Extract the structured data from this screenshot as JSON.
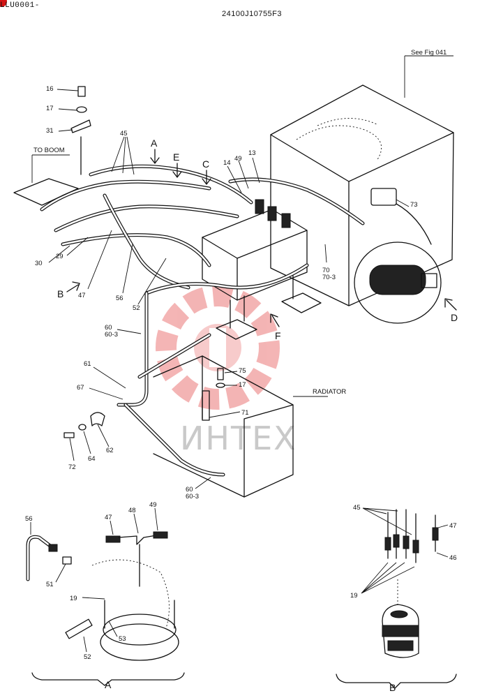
{
  "header": {
    "doc_code": "LLU0001-",
    "part_number": "24100J10755F3"
  },
  "watermark": {
    "brand": "ИНТЕХ",
    "color": "#f2a8a8"
  },
  "annotations": {
    "see_fig": "See Fig 041",
    "to_boom": "TO BOOM",
    "radiator": "RADIATOR"
  },
  "view_arrows": [
    "A",
    "E",
    "C",
    "B",
    "F",
    "D"
  ],
  "callouts_main": [
    "16",
    "17",
    "31",
    "45",
    "14",
    "49",
    "13",
    "73",
    "30",
    "29",
    "47",
    "56",
    "52",
    "70",
    "70-3",
    "60",
    "60-3",
    "61",
    "67",
    "75",
    "17",
    "71",
    "62",
    "64",
    "72",
    "60",
    "60-3"
  ],
  "detail_a": {
    "title": "A",
    "callouts": [
      "56",
      "47",
      "48",
      "49",
      "51",
      "19",
      "53",
      "52"
    ]
  },
  "detail_b": {
    "title": "B",
    "callouts": [
      "45",
      "47",
      "46",
      "19"
    ]
  }
}
